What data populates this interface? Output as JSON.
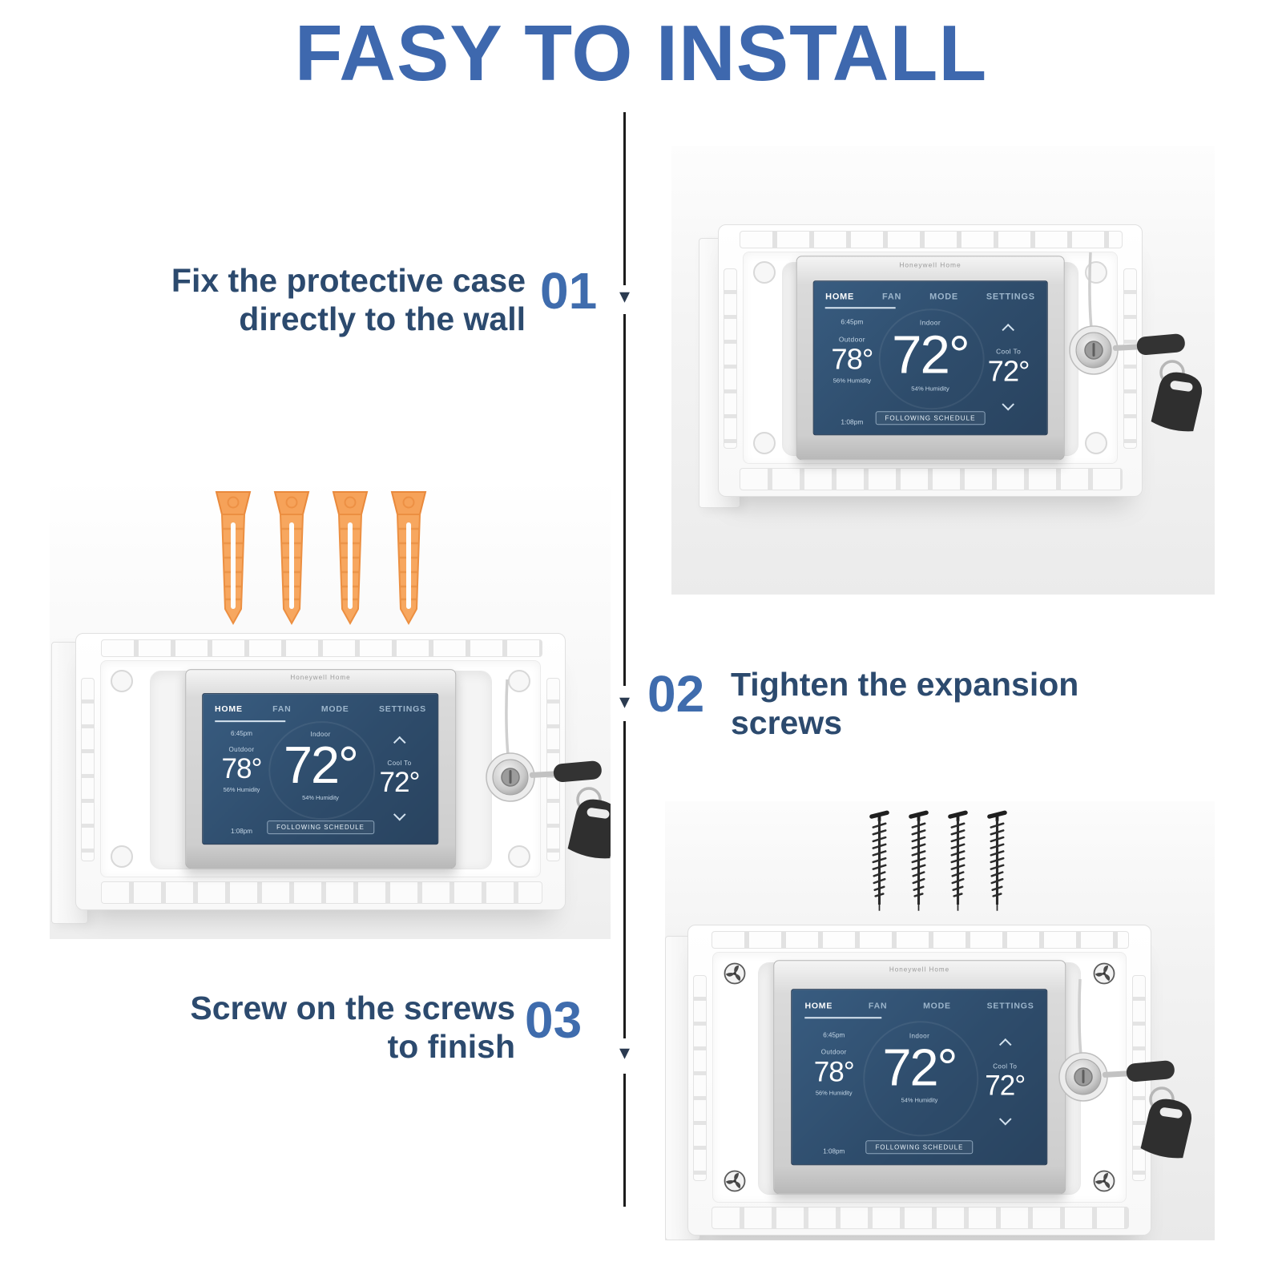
{
  "title": "FASY TO INSTALL",
  "steps": [
    {
      "number": "01",
      "line1": "Fix the protective case",
      "line2": "directly to the wall",
      "marker": "▾"
    },
    {
      "number": "02",
      "line1": "Tighten the expansion",
      "line2": "screws",
      "marker": "▾"
    },
    {
      "number": "03",
      "line1": "Screw on the screws",
      "line2": "to finish",
      "marker": "▾"
    }
  ],
  "thermostat": {
    "brand": "Honeywell Home",
    "nav": [
      "HOME",
      "FAN",
      "MODE",
      "SETTINGS"
    ],
    "time": "6:45pm",
    "outdoor": {
      "label": "Outdoor",
      "temp": "78°",
      "humidity": "56% Humidity"
    },
    "indoor": {
      "label": "Indoor",
      "temp": "72°",
      "humidity": "54% Humidity"
    },
    "setpoint": {
      "label": "Cool To",
      "temp": "72°"
    },
    "schedule_button": "FOLLOWING SCHEDULE",
    "footer_left": "1:08pm"
  },
  "icons": {
    "step_marker": "triangle-down",
    "hardware": [
      "expansion-anchor",
      "wood-screw",
      "cam-lock-key",
      "fan-screw-head"
    ]
  },
  "colors": {
    "title_blue": "#3e68ae",
    "step_text_navy": "#2c4a6e",
    "step_number_blue": "#3f6cad",
    "divider_black": "#1c1c1c",
    "anchor_orange": "#f6a259",
    "screen_navy": "#2e4c6b",
    "key_fob_black": "#2f2f2f"
  }
}
